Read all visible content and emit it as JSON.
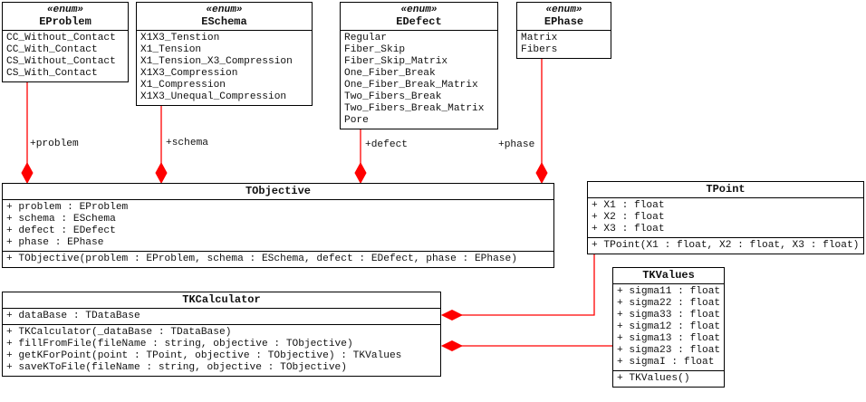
{
  "connectors": {
    "color": "#ff0000",
    "labels": {
      "problem": "+problem",
      "schema": "+schema",
      "defect": "+defect",
      "phase": "+phase"
    }
  },
  "enums": {
    "eproblem": {
      "stereotype": "«enum»",
      "name": "EProblem",
      "items": [
        "CC_Without_Contact",
        "CC_With_Contact",
        "CS_Without_Contact",
        "CS_With_Contact"
      ]
    },
    "eschema": {
      "stereotype": "«enum»",
      "name": "ESchema",
      "items": [
        "X1X3_Tenstion",
        "X1_Tension",
        "X1_Tension_X3_Compression",
        "X1X3_Compression",
        "X1_Compression",
        "X1X3_Unequal_Compression"
      ]
    },
    "edefect": {
      "stereotype": "«enum»",
      "name": "EDefect",
      "items": [
        "Regular",
        "Fiber_Skip",
        "Fiber_Skip_Matrix",
        "One_Fiber_Break",
        "One_Fiber_Break_Matrix",
        "Two_Fibers_Break",
        "Two_Fibers_Break_Matrix",
        "Pore"
      ]
    },
    "ephase": {
      "stereotype": "«enum»",
      "name": "EPhase",
      "items": [
        "Matrix",
        "Fibers"
      ]
    }
  },
  "classes": {
    "tobjective": {
      "name": "TObjective",
      "attributes": [
        "+ problem : EProblem",
        "+ schema : ESchema",
        "+ defect : EDefect",
        "+ phase : EPhase"
      ],
      "operations": [
        "+ TObjective(problem : EProblem, schema : ESchema, defect : EDefect, phase : EPhase)"
      ]
    },
    "tpoint": {
      "name": "TPoint",
      "attributes": [
        "+ X1 : float",
        "+ X2 : float",
        "+ X3 : float"
      ],
      "operations": [
        "+ TPoint(X1 : float, X2 : float, X3 : float)"
      ]
    },
    "tkcalculator": {
      "name": "TKCalculator",
      "attributes": [
        "+ dataBase : TDataBase"
      ],
      "operations": [
        "+ TKCalculator(_dataBase : TDataBase)",
        "+ fillFromFile(fileName : string, objective : TObjective)",
        "+ getKForPoint(point : TPoint, objective : TObjective) : TKValues",
        "+ saveKToFile(fileName : string, objective : TObjective)"
      ]
    },
    "tkvalues": {
      "name": "TKValues",
      "attributes": [
        "+ sigma11 : float",
        "+ sigma22 : float",
        "+ sigma33 : float",
        "+ sigma12 : float",
        "+ sigma13 : float",
        "+ sigma23 : float",
        "+ sigmaI : float"
      ],
      "operations": [
        "+ TKValues()"
      ]
    }
  }
}
